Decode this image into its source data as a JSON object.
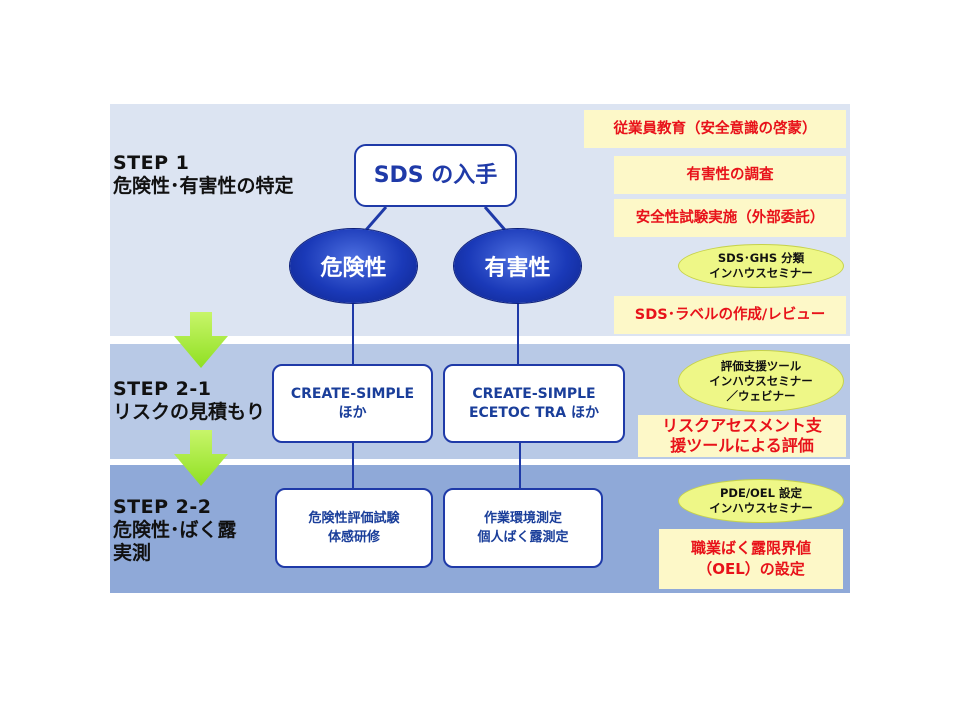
{
  "steps": [
    {
      "title": "STEP 1",
      "subtitle": "危険性･有害性の特定"
    },
    {
      "title": "STEP 2-1",
      "subtitle": "リスクの見積もり"
    },
    {
      "title": "STEP 2-2",
      "subtitle": "危険性･ばく露",
      "subtitle2": "実測"
    }
  ],
  "nodes": {
    "sds": "SDS の入手",
    "kikensei": "危険性",
    "yugaisei": "有害性",
    "cs1": [
      "CREATE-SIMPLE",
      "ほか"
    ],
    "cs2": [
      "CREATE-SIMPLE",
      "ECETOC TRA ほか"
    ],
    "ex1": [
      "危険性評価試験",
      "体感研修"
    ],
    "ex2": [
      "作業環境測定",
      "個人ばく露測定"
    ]
  },
  "services": {
    "kyoiku": "従業員教育（安全意識の啓蒙）",
    "chosa": "有害性の調査",
    "shiken": "安全性試験実施（外部委託）",
    "label": "SDS･ラベルの作成/レビュー",
    "risk": [
      "リスクアセスメント支",
      "援ツールによる評価"
    ],
    "oel": [
      "職業ばく露限界値",
      "（OEL）の設定"
    ]
  },
  "seminars": {
    "sdsghs": [
      "SDS･GHS 分類",
      "インハウスセミナー"
    ],
    "tool": [
      "評価支援ツール",
      "インハウスセミナー",
      "／ウェビナー"
    ],
    "pdeoel": [
      "PDE/OEL 設定",
      "インハウスセミナー"
    ]
  },
  "colors": {
    "band1": "#dce4f2",
    "band2": "#b8c9e6",
    "band3": "#8fa9d8",
    "node_border": "#1f3aa8",
    "ellipse": "#1a39b8",
    "service_bg": "#fdf8c8",
    "service_text": "#e8121a",
    "seminar_bg": "#eef787",
    "arrow": "#aef03c"
  }
}
